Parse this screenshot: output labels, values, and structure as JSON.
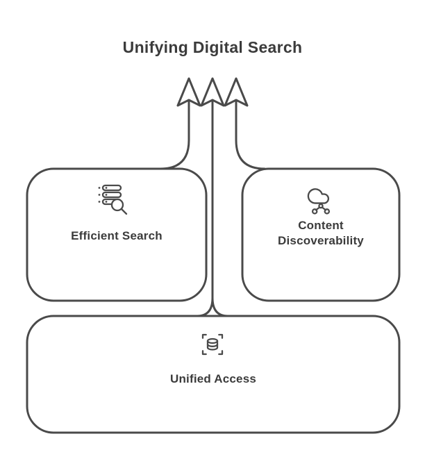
{
  "colors": {
    "stroke": "#4a4a4a",
    "text": "#3b3b3b",
    "background": "#ffffff"
  },
  "title": "Unifying Digital Search",
  "boxes": {
    "efficient_search": {
      "label": "Efficient Search",
      "icon": "server-search-icon"
    },
    "content_discoverability": {
      "label": "Content Discoverability",
      "icon": "cloud-network-icon"
    },
    "unified_access": {
      "label": "Unified Access",
      "icon": "database-expand-icon"
    }
  },
  "arrows": {
    "count": 3,
    "direction": "up"
  }
}
